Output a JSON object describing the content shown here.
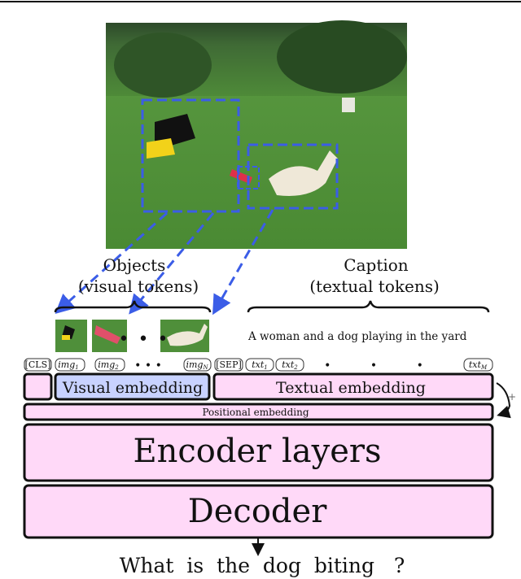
{
  "objects_label": {
    "line1": "Objects",
    "line2": "(visual tokens)"
  },
  "caption_label": {
    "line1": "Caption",
    "line2": "(textual tokens)"
  },
  "caption_text": "A  woman  and  a dog playing in the yard",
  "tokens": {
    "cls": "[CLS]",
    "img1": "img",
    "img1_sub": "1",
    "img2": "img",
    "img2_sub": "2",
    "imgN": "img",
    "imgN_sub": "N",
    "sep": "[SEP]",
    "txt1": "txt",
    "txt1_sub": "1",
    "txt2": "txt",
    "txt2_sub": "2",
    "txtM": "txt",
    "txtM_sub": "M",
    "dots": "• • •"
  },
  "blocks": {
    "visual_embedding": "Visual embedding",
    "textual_embedding": "Textual embedding",
    "positional_embedding": "Positional embedding",
    "encoder": "Encoder layers",
    "decoder": "Decoder",
    "plus": "+"
  },
  "question": "What  is  the  dog  biting   ?",
  "colors": {
    "pink": "#ffd9f8",
    "blue": "#c8d2ff",
    "dashed_box": "#3b5de7"
  }
}
